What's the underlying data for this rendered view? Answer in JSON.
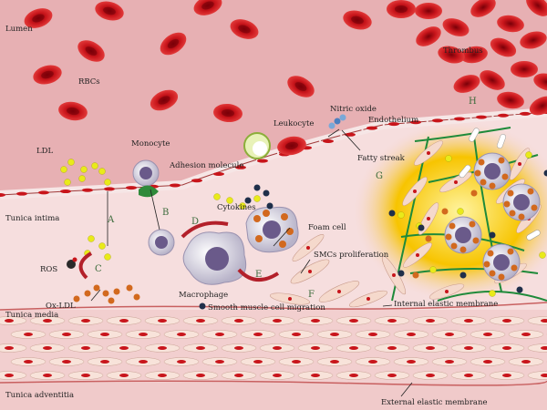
{
  "labels": {
    "lumen": "Lumen",
    "rbcs": "RBCs",
    "thrombus": "Thrombus",
    "nitric_oxide": "Nitric oxide",
    "endothelium": "Endothelium",
    "leukocyte": "Leukocyte",
    "ldl": "LDL",
    "monocyte": "Monocyte",
    "adhesion_molecule": "Adhesion molecule",
    "fatty_streak": "Fatty streak",
    "tunica_intima": "Tunica intima",
    "cytokines": "Cytokines",
    "foam_cell": "Foam cell",
    "ros": "ROS",
    "smcs_proliferation": "SMCs proliferation",
    "macrophage": "Macrophage",
    "ox_ldl": "Ox-LDL",
    "smooth_muscle_cell_migration": "Smooth muscle cell migration",
    "internal_elastic_membrane": "Internal elastic membrane",
    "tunica_media": "Tunica media",
    "tunica_adventitia": "Tunica adventitia",
    "external_elastic_membrane": "External elastic membrane"
  },
  "steps": {
    "a": "A",
    "b": "B",
    "c": "C",
    "d": "D",
    "e": "E",
    "f": "F",
    "g": "G",
    "h": "H"
  },
  "colors": {
    "lumen": "#e9b3b5",
    "intima": "#f6dcdc",
    "media": "#f1cdcd",
    "rbc": "#c8151b",
    "plaque": "#f7c400",
    "fiber": "#1e8a3a",
    "ldl": "#e9ea1a",
    "oxldl": "#d2691e",
    "step_text": "#3a6a3a"
  }
}
